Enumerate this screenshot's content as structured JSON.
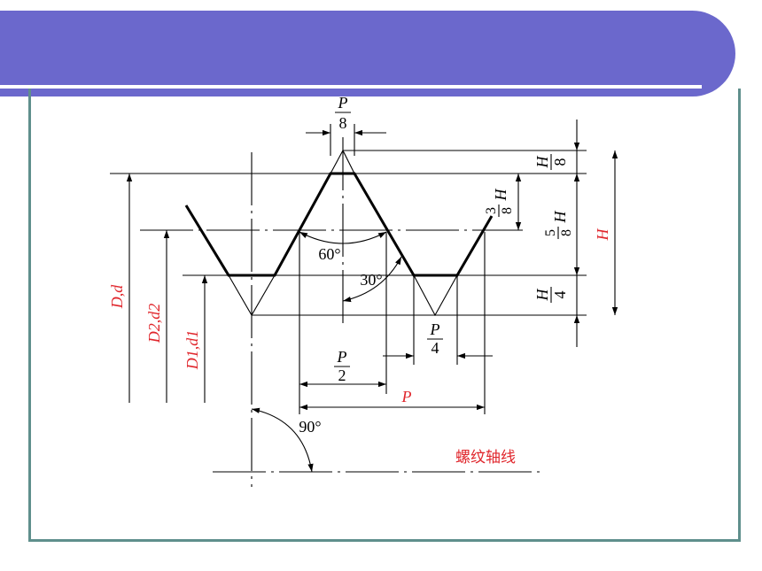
{
  "slide": {
    "header_color": "#6b68cc",
    "frame_color": "#5f8f8c"
  },
  "diagram": {
    "labels": {
      "p_over_8": {
        "num": "P",
        "den": "8"
      },
      "h_over_8": {
        "num": "H",
        "den": "8"
      },
      "three_eighths": {
        "num": "3",
        "den": "8",
        "suffix": "H"
      },
      "five_eighths": {
        "num": "5",
        "den": "8",
        "suffix": "H"
      },
      "h_total": "H",
      "h_over_4": {
        "num": "H",
        "den": "4"
      },
      "p_over_4": {
        "num": "P",
        "den": "4"
      },
      "p_over_2": {
        "num": "P",
        "den": "2"
      },
      "pitch": "P",
      "angle_60": "60°",
      "angle_30": "30°",
      "angle_90": "90°",
      "major_diameter": "D,d",
      "pitch_diameter": "D2,d2",
      "minor_diameter": "D1,d1",
      "thread_axis": "螺纹轴线"
    },
    "colors": {
      "highlight": "#e0262c"
    }
  }
}
